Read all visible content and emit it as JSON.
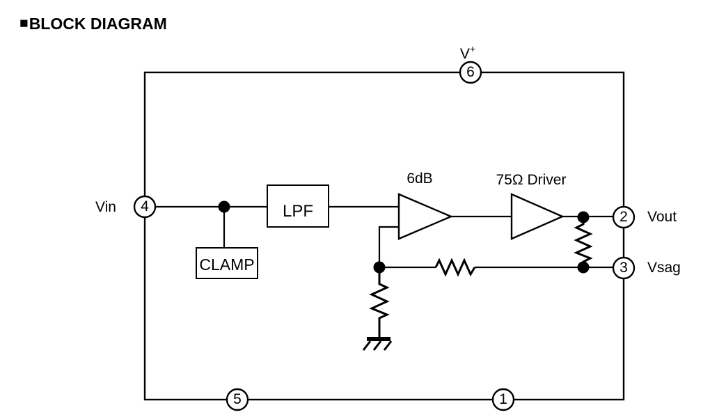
{
  "header": {
    "bullet": "■",
    "title": "BLOCK DIAGRAM"
  },
  "pins": {
    "pin6": {
      "number": "6",
      "label_base": "V",
      "label_sup": "+"
    },
    "pin4": {
      "number": "4",
      "label": "Vin"
    },
    "pin2": {
      "number": "2",
      "label": "Vout"
    },
    "pin3": {
      "number": "3",
      "label": "Vsag"
    },
    "pin5": {
      "number": "5"
    },
    "pin1": {
      "number": "1"
    }
  },
  "blocks": {
    "lpf": {
      "label": "LPF"
    },
    "clamp": {
      "label": "CLAMP"
    }
  },
  "amplifiers": {
    "gain_stage": {
      "label": "6dB"
    },
    "output_driver": {
      "label": "75Ω Driver"
    }
  },
  "icons": {
    "section_marker": "filled-square",
    "ground": "chassis-ground-symbol",
    "resistors": [
      "vout-vsag-resistor",
      "feedback-resistor",
      "ground-resistor"
    ]
  },
  "colors": {
    "line": "#000000",
    "background": "#ffffff"
  }
}
